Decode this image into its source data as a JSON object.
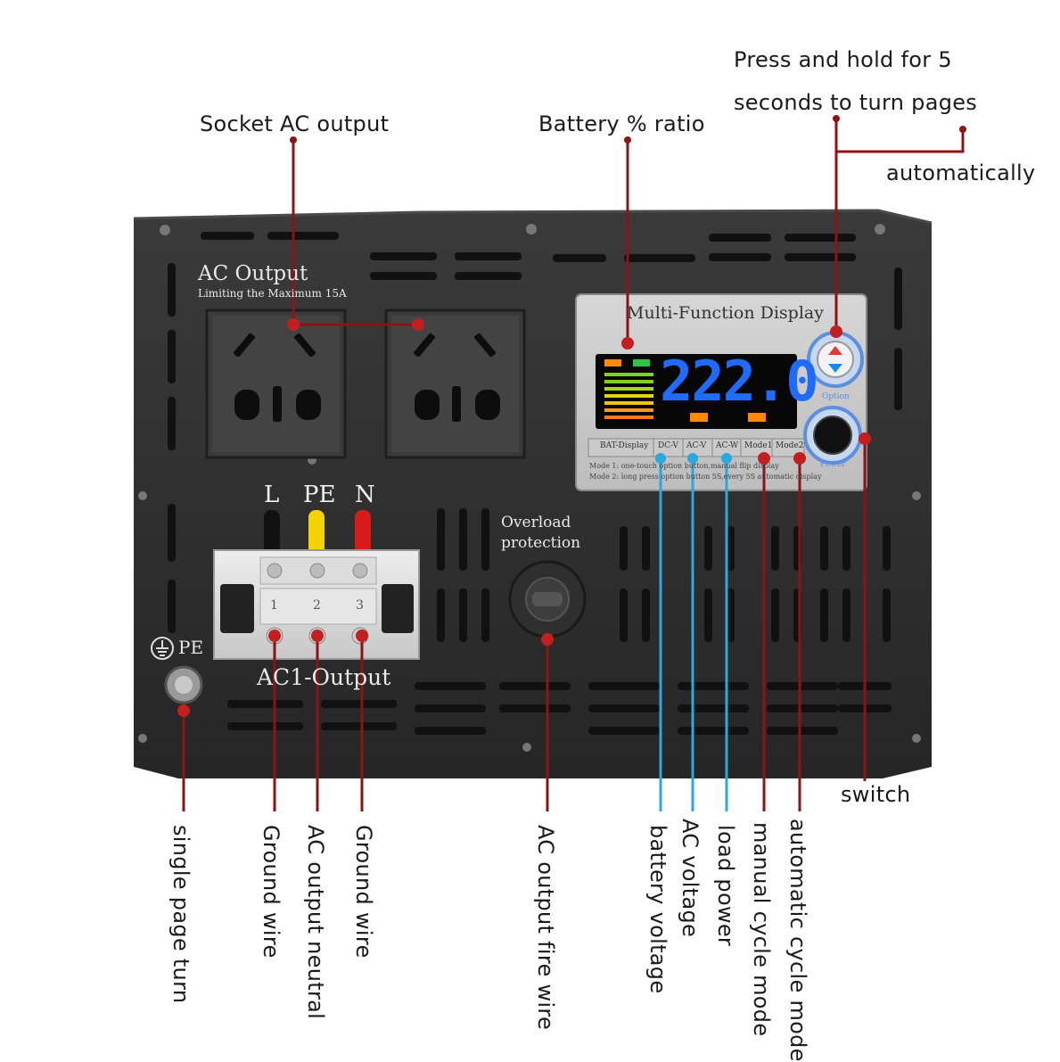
{
  "callouts": {
    "socket_ac_output": "Socket AC output",
    "battery_ratio": "Battery % ratio",
    "press_hold_line1": "Press and hold for 5",
    "press_hold_line2": "seconds to turn pages",
    "automatically": "automatically",
    "switch": "switch",
    "single_page_turn": "single page turn",
    "ground_wire_1": "Ground wire",
    "ac_output_neutral": "AC output neutral",
    "ground_wire_2": "Ground wire",
    "ac_output_fire_wire": "AC output fire wire",
    "battery_voltage": "battery voltage",
    "ac_voltage": "AC voltage",
    "load_power": "load power",
    "manual_cycle_mode": "manual cycle mode",
    "automatic_cycle_mode": "automatic cycle mode"
  },
  "device": {
    "ac_output_title": "AC Output",
    "ac_output_subtitle": "Limiting the Maximum 15A",
    "terminal_labels": [
      "L",
      "PE",
      "N"
    ],
    "terminal_numbers": [
      "1",
      "2",
      "3"
    ],
    "ac1_output": "AC1-Output",
    "pe_label": "PE",
    "overload_line1": "Overload",
    "overload_line2": "protection",
    "display_title": "Multi-Function Display",
    "display_reading": "222.0",
    "mode_buttons": [
      "BAT-Display",
      "DC-V",
      "AC-V",
      "AC-W",
      "Mode1",
      "Mode2"
    ],
    "mode_note_1": "Mode 1: one-touch option button,manual flip display",
    "mode_note_2": "Mode 2: long press option button 5S,every 5S automatic display",
    "option_label": "Option",
    "power_label": "Power"
  },
  "colors": {
    "callout_line": "#8b1414",
    "mode_line": "#2aa8e0",
    "housing": "#2b2b2b",
    "lcd_digits": "#1e6bff",
    "led_orange": "#ff8a00"
  },
  "icons": {
    "ground_symbol": "ground-icon",
    "option_arrows": "up-down-arrow-icon",
    "power_button": "power-button-icon"
  }
}
